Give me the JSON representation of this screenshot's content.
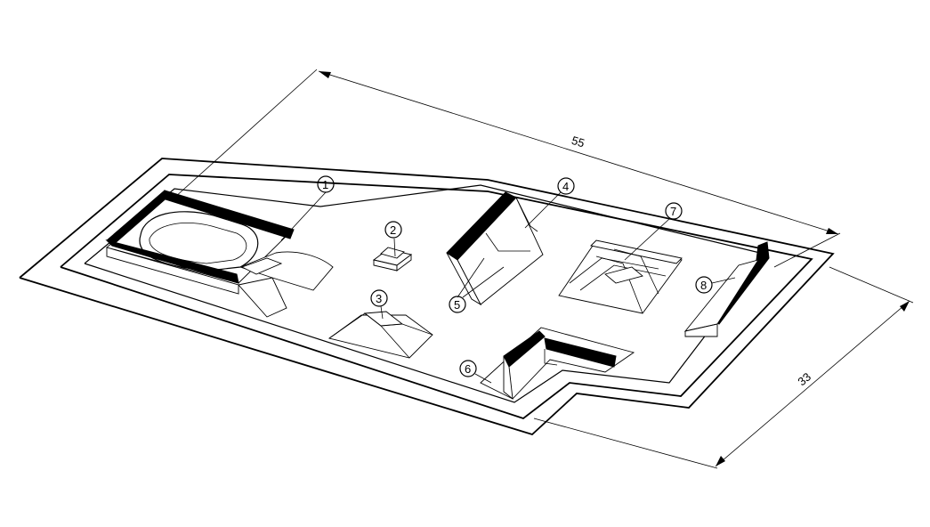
{
  "dimensions": {
    "length": "55",
    "width": "33"
  },
  "callouts": [
    "1",
    "2",
    "3",
    "4",
    "5",
    "6",
    "7",
    "8"
  ],
  "colors": {
    "line": "#000000",
    "background": "#ffffff"
  }
}
